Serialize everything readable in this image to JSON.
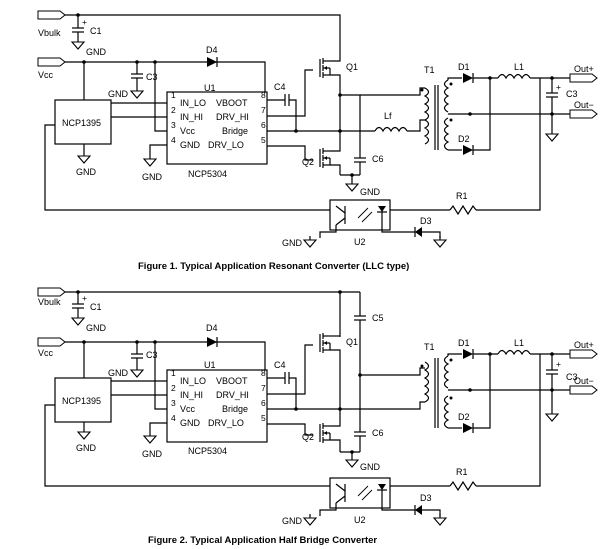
{
  "figures": [
    {
      "caption": "Figure 1. Typical Application Resonant Converter (LLC type)",
      "labels": {
        "vbulk": "Vbulk",
        "vcc": "Vcc",
        "c1": "C1",
        "gnd": "GND",
        "c3": "C3",
        "d4": "D4",
        "u1": "U1",
        "ncp1395": "NCP1395",
        "ncp5304": "NCP5304",
        "c4": "C4",
        "q1": "Q1",
        "q2": "Q2",
        "lf": "Lf",
        "c6": "C6",
        "t1": "T1",
        "d1": "D1",
        "d2": "D2",
        "l1": "L1",
        "out_plus": "Out+",
        "out_minus": "Out−",
        "r1": "R1",
        "d3": "D3",
        "u2": "U2",
        "plus": "+",
        "pins": [
          "IN_LO",
          "VBOOT",
          "IN_HI",
          "DRV_HI",
          "Vcc",
          "Bridge",
          "GND",
          "DRV_LO"
        ],
        "pin_numbers": [
          "1",
          "8",
          "2",
          "7",
          "3",
          "6",
          "4",
          "5"
        ]
      }
    },
    {
      "caption": "Figure 2. Typical Application Half Bridge Converter",
      "labels": {
        "vbulk": "Vbulk",
        "vcc": "Vcc",
        "c1": "C1",
        "gnd": "GND",
        "c3": "C3",
        "d4": "D4",
        "u1": "U1",
        "ncp1395": "NCP1395",
        "ncp5304": "NCP5304",
        "c4": "C4",
        "q1": "Q1",
        "q2": "Q2",
        "c5": "C5",
        "c6": "C6",
        "t1": "T1",
        "d1": "D1",
        "d2": "D2",
        "l1": "L1",
        "out_plus": "Out+",
        "out_minus": "Out−",
        "r1": "R1",
        "d3": "D3",
        "u2": "U2",
        "plus": "+",
        "pins": [
          "IN_LO",
          "VBOOT",
          "IN_HI",
          "DRV_HI",
          "Vcc",
          "Bridge",
          "GND",
          "DRV_LO"
        ],
        "pin_numbers": [
          "1",
          "8",
          "2",
          "7",
          "3",
          "6",
          "4",
          "5"
        ]
      }
    }
  ]
}
